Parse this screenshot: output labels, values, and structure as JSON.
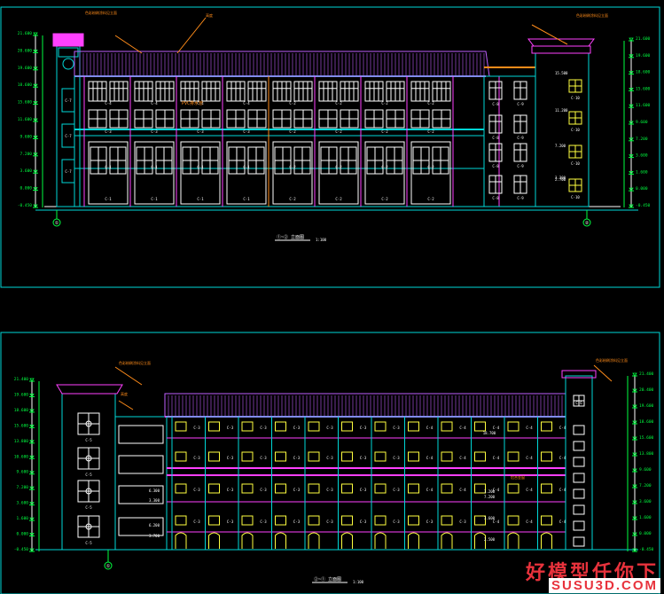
{
  "colors": {
    "bg": "#000000",
    "frame": "#00d7d7",
    "roof": "#c060ff",
    "magenta": "#ff40ff",
    "yellow": "#ffff40",
    "white": "#ffffff",
    "green": "#00ff40",
    "orange": "#ff8c1a",
    "red": "#ff3030"
  },
  "sheet_top": {
    "title": "①~② 立面图",
    "scale": "1:100",
    "axis_left": "①",
    "axis_right": "②",
    "elev_left": [
      "21.600",
      "20.600",
      "19.600",
      "18.600",
      "15.600",
      "11.600",
      "9.600",
      "7.200",
      "3.600",
      "0.000",
      "-0.450"
    ],
    "elev_right": [
      "21.600",
      "19.600",
      "18.600",
      "15.600",
      "11.600",
      "9.600",
      "7.200",
      "3.600",
      "1.600",
      "0.000",
      "-0.450"
    ],
    "win_upper": [
      "C-4",
      "C-4",
      "C-4",
      "C-4",
      "C-2",
      "C-2",
      "C-2",
      "C-2",
      "C-8",
      "C-9"
    ],
    "win_lower": [
      "C-3",
      "C-3",
      "C-3",
      "C-3",
      "C-2",
      "C-2",
      "C-2",
      "C-2",
      "C-8",
      "C-9"
    ],
    "win_ground": [
      "C-1",
      "C-1",
      "C-1",
      "C-1",
      "C-2",
      "C-2",
      "C-2",
      "C-2"
    ],
    "tower_left_labels": [
      "C-7",
      "C-7",
      "C-7"
    ],
    "tower_right_labels": [
      "C-10",
      "C-10",
      "C-10",
      "C-10"
    ],
    "callouts": [
      "色彩粉刷涂料见立面",
      "铝合金窗",
      "PVC排水管",
      "高度"
    ],
    "right_marks": [
      "15.500",
      "11.200",
      "7.200",
      "3.200",
      "2.700"
    ]
  },
  "sheet_bottom": {
    "title": "②~① 立面图",
    "scale": "1:100",
    "axis_left": "①",
    "elev_left": [
      "21.400",
      "19.600",
      "18.600",
      "15.600",
      "13.800",
      "10.600",
      "9.600",
      "7.200",
      "3.600",
      "1.600",
      "0.000",
      "-0.450"
    ],
    "elev_right": [
      "21.400",
      "20.400",
      "19.600",
      "18.600",
      "15.600",
      "13.800",
      "9.600",
      "7.200",
      "3.600",
      "1.600",
      "0.000",
      "-0.450"
    ],
    "tower_labels": [
      "C-5",
      "C-5",
      "C-5",
      "C-5"
    ],
    "win_row1": [
      "C-3",
      "C-3",
      "C-3",
      "C-3",
      "C-3",
      "C-3",
      "C-3",
      "C-4",
      "C-4",
      "C-4",
      "C-4",
      "C-4"
    ],
    "win_row2": [
      "C-3",
      "C-3",
      "C-3",
      "C-3",
      "C-3",
      "C-3",
      "C-3",
      "C-4",
      "C-4",
      "C-4",
      "C-4",
      "C-4"
    ],
    "win_row3": [
      "C-3",
      "C-3",
      "C-3",
      "C-3",
      "C-3",
      "C-3",
      "C-3",
      "C-4",
      "C-4",
      "C-4",
      "C-4",
      "C-4"
    ],
    "win_row4": [
      "C-3",
      "C-3",
      "C-3",
      "C-3",
      "C-3",
      "C-3",
      "C-3",
      "C-3",
      "C-3",
      "C-4",
      "C-4",
      "C-4"
    ],
    "mid_marks": [
      "18.700",
      "3.200",
      "7.200",
      "3.600",
      "2.500"
    ],
    "left_marks": [
      "6.300",
      "3.300",
      "6.200",
      "3.700"
    ],
    "callouts": [
      "色彩粉刷涂料见立面",
      "高度",
      "铝合金窗"
    ],
    "right_tower_label": "C-6"
  },
  "watermark": {
    "top": "好模型任你下",
    "bottom": "SUSU3D.COM"
  }
}
